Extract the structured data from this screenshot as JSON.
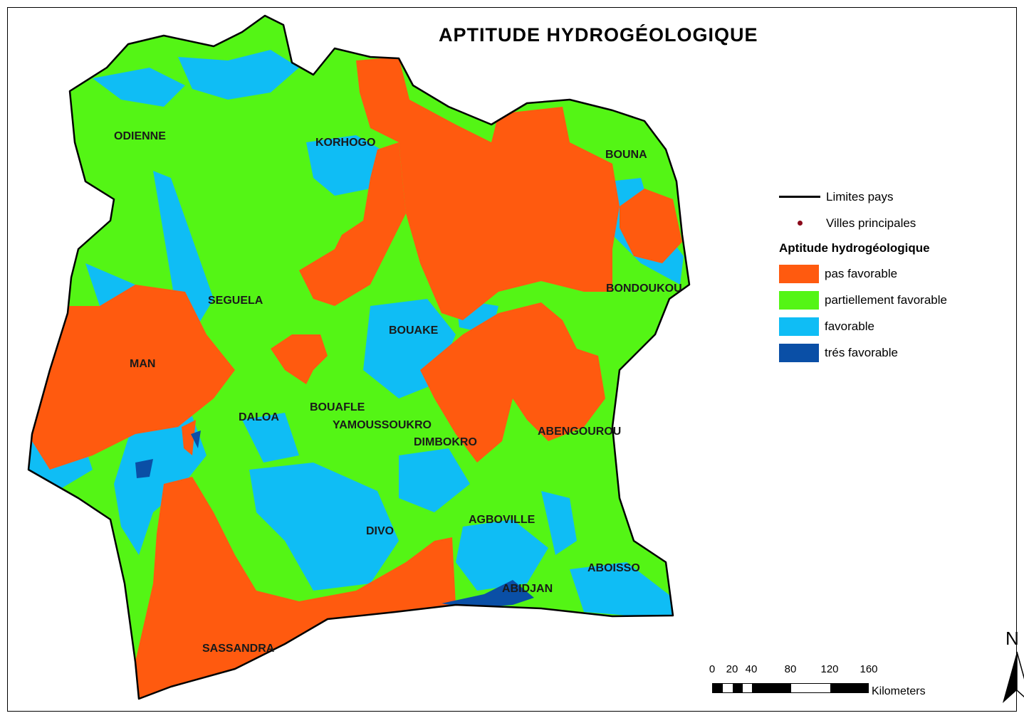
{
  "title": "APTITUDE HYDROGÉOLOGIQUE",
  "cities": [
    {
      "name": "ODIENNE"
    },
    {
      "name": "KORHOGO"
    },
    {
      "name": "BOUNA"
    },
    {
      "name": "SEGUELA"
    },
    {
      "name": "BONDOUKOU"
    },
    {
      "name": "BOUAKE"
    },
    {
      "name": "MAN"
    },
    {
      "name": "BOUAFLE"
    },
    {
      "name": "DALOA"
    },
    {
      "name": "YAMOUSSOUKRO"
    },
    {
      "name": "DIMBOKRO"
    },
    {
      "name": "ABENGOUROU"
    },
    {
      "name": "AGBOVILLE"
    },
    {
      "name": "DIVO"
    },
    {
      "name": "ABOISSO"
    },
    {
      "name": "ABIDJAN"
    },
    {
      "name": "SASSANDRA"
    }
  ],
  "legend": {
    "boundary_label": "Limites pays",
    "cities_label": "Villes principales",
    "heading": "Aptitude hydrogéologique",
    "classes": [
      {
        "label": "pas favorable",
        "color": "#ff5a0f"
      },
      {
        "label": "partiellement favorable",
        "color": "#54f515"
      },
      {
        "label": "favorable",
        "color": "#0fbdf5"
      },
      {
        "label": "trés favorable",
        "color": "#0a4fa6"
      }
    ]
  },
  "scale": {
    "ticks": [
      "0",
      "20",
      "40",
      "80",
      "120",
      "160"
    ],
    "unit": "Kilometers"
  },
  "north": "N",
  "colors": {
    "boundary": "#000000",
    "city_dot": "#8b0a1a"
  }
}
